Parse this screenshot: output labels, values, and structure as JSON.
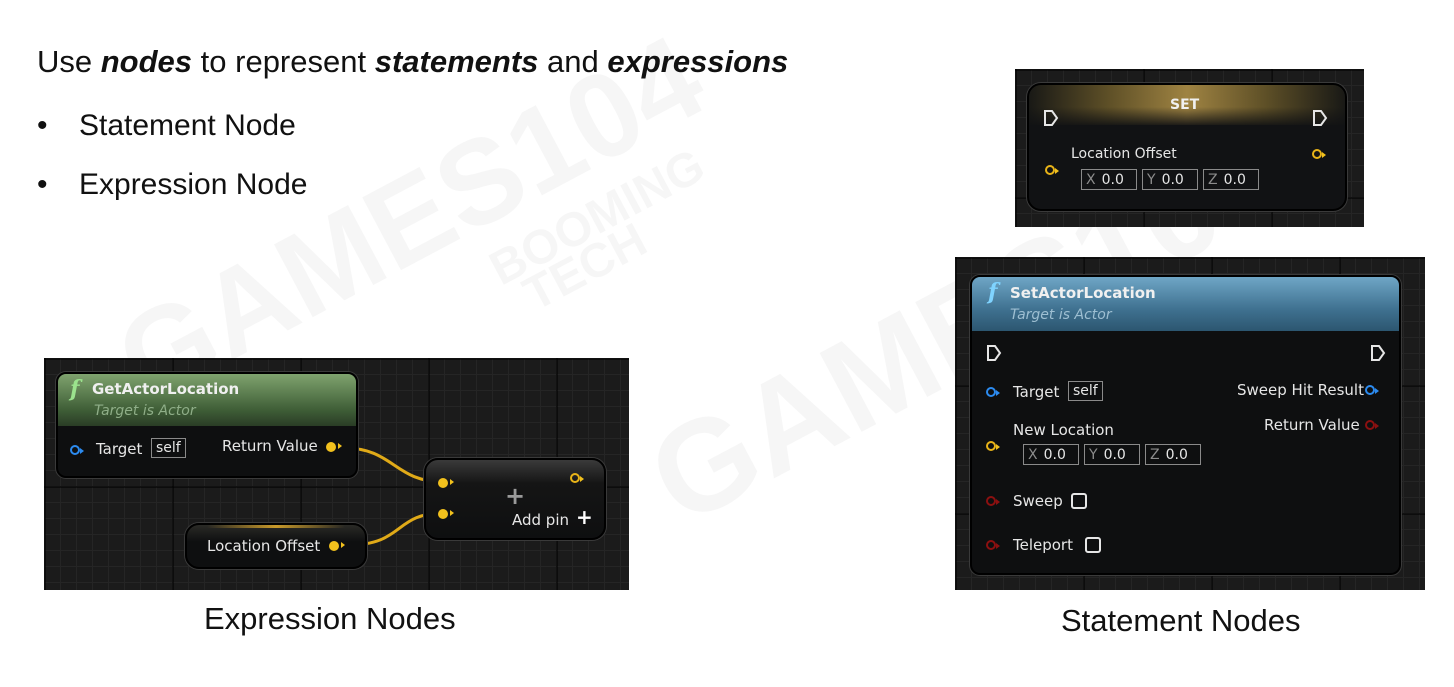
{
  "intro": {
    "prefix": "Use ",
    "word1": "nodes",
    "mid1": " to represent ",
    "word2": "statements",
    "mid2": " and ",
    "word3": "expressions"
  },
  "bullets": [
    "Statement Node",
    "Expression Node"
  ],
  "bullet_glyph": "•",
  "captions": {
    "expression": "Expression Nodes",
    "statement": "Statement Nodes"
  },
  "watermark": {
    "big": "GAMES104",
    "small1": "BOOMING",
    "small2": "TECH"
  },
  "expression_panel": {
    "get_actor_location": {
      "title": "GetActorLocation",
      "subtitle": "Target is Actor",
      "target_label": "Target",
      "target_value": "self",
      "return_label": "Return Value",
      "icon": "function-icon",
      "glyph": "f"
    },
    "location_offset": {
      "label": "Location Offset"
    },
    "add_node": {
      "add_pin_label": "Add pin",
      "plus": "+"
    }
  },
  "set_node": {
    "title": "SET",
    "pin_label": "Location Offset",
    "vector": {
      "x_label": "X",
      "x": "0.0",
      "y_label": "Y",
      "y": "0.0",
      "z_label": "Z",
      "z": "0.0"
    }
  },
  "set_actor_location": {
    "title": "SetActorLocation",
    "subtitle": "Target is Actor",
    "glyph": "f",
    "target_label": "Target",
    "target_value": "self",
    "new_location_label": "New Location",
    "vector": {
      "x_label": "X",
      "x": "0.0",
      "y_label": "Y",
      "y": "0.0",
      "z_label": "Z",
      "z": "0.0"
    },
    "sweep_label": "Sweep",
    "teleport_label": "Teleport",
    "sweep_hit_label": "Sweep Hit Result",
    "return_label": "Return Value"
  },
  "colors": {
    "exec_pin": "#e6e6e6",
    "vector_pin": "#f2c11d",
    "object_pin": "#2c8bf0",
    "bool_pin": "#8c1010",
    "pure_header": "#5f8a4f",
    "function_header": "#4e7d98"
  }
}
